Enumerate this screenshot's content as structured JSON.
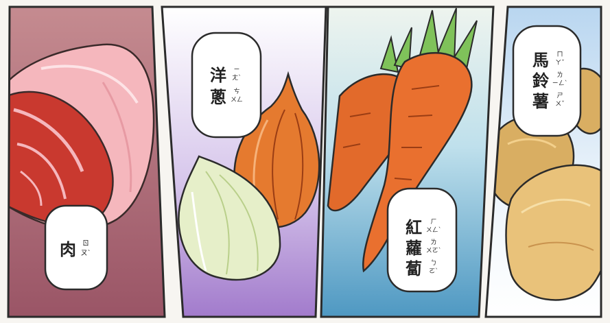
{
  "panels": [
    {
      "id": "meat",
      "word": "肉",
      "bopomofo": [
        "ㄖ",
        "ㄡ`"
      ],
      "colors": {
        "bg_top": "#c58b90",
        "bg_bottom": "#9a5566",
        "fat": "#f5b7bd",
        "lean": "#c9392f"
      }
    },
    {
      "id": "onion",
      "word": "洋蔥",
      "bopomofo": [
        "ㄧ",
        "ㄤ`",
        "ㄘ",
        "ㄨㄥ"
      ],
      "colors": {
        "bg_top": "#ffffff",
        "bg_bottom": "#a27bcc",
        "skin": "#e57a2f",
        "white_onion": "#e6efc9"
      }
    },
    {
      "id": "carrot",
      "word": "紅蘿蔔",
      "bopomofo": [
        "ㄏ",
        "ㄨㄥ`",
        "ㄌ",
        "ㄨㄛ`",
        "ㄅ",
        "ㄛ`"
      ],
      "colors": {
        "bg_top": "#eef4ee",
        "bg_bottom": "#4e98c2",
        "carrot": "#e9702f",
        "leaves": "#7fc25a"
      }
    },
    {
      "id": "potato",
      "word": "馬鈴薯",
      "bopomofo": [
        "ㄇ",
        "ㄚˇ",
        "ㄌ",
        "ㄧㄥ`",
        "ㄕ",
        "ㄨˇ"
      ],
      "colors": {
        "bg_top": "#b9d6f0",
        "bg_bottom": "#ffffff",
        "potato": "#e9c27a",
        "potato_dark": "#c9934e"
      }
    }
  ]
}
